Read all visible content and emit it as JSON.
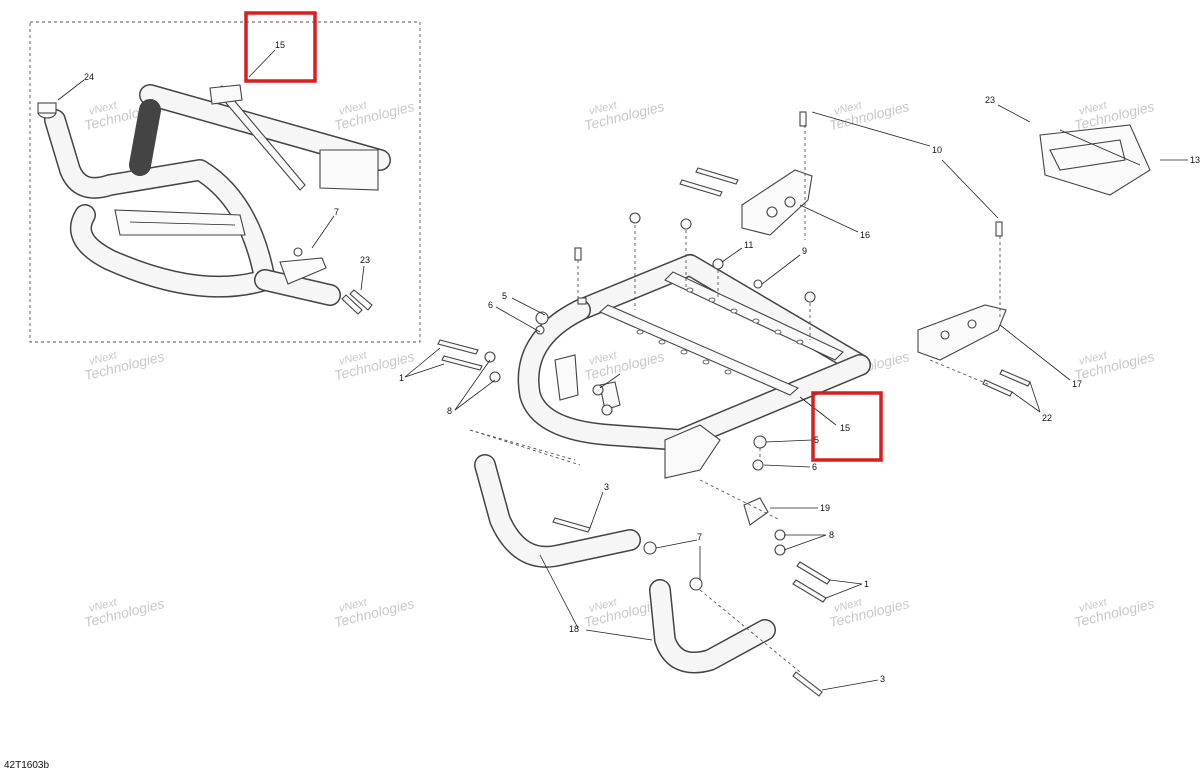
{
  "diagram": {
    "reference_code": "42T1603b",
    "watermark_line1": "vNext",
    "watermark_line2": "Technologies",
    "watermark_full": "vNext Technologies",
    "callouts": {
      "c1a": "1",
      "c1b": "1",
      "c3a": "3",
      "c3b": "3",
      "c5a": "5",
      "c5b": "5",
      "c6a": "6",
      "c6b": "6",
      "c7a": "7",
      "c7b": "7",
      "c8a": "8",
      "c8b": "8",
      "c9": "9",
      "c10": "10",
      "c11": "11",
      "c13": "13",
      "c15a": "15",
      "c15b": "15",
      "c16": "16",
      "c17": "17",
      "c18": "18",
      "c19": "19",
      "c22": "22",
      "c23a": "23",
      "c23b": "23",
      "c24": "24"
    },
    "highlight_color": "#d81e1e",
    "line_color": "#444444"
  }
}
